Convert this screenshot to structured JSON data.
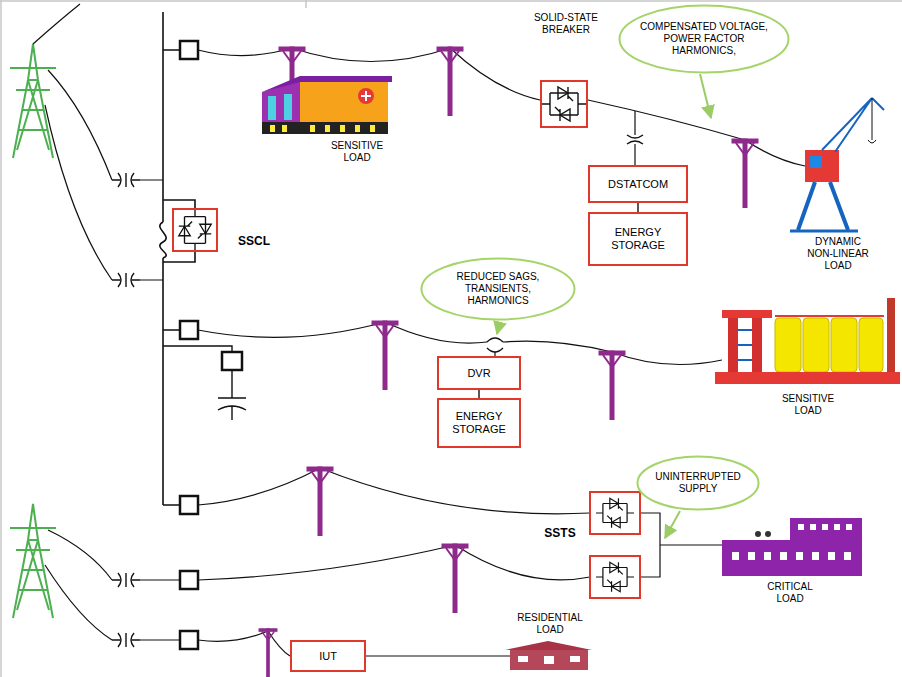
{
  "diagram": {
    "nodes": [
      {
        "text": [
          "SOLID-STATE BREAKER"
        ]
      },
      {
        "text": [
          "COMPENSATED VOLTAGE, POWER FACTOR HARMONICS,"
        ]
      },
      {
        "text": [
          "SSCL"
        ]
      },
      {
        "text": [
          "DSTATCOM"
        ]
      },
      {
        "text": [
          "ENERGY STORAGE"
        ]
      },
      {
        "text": [
          "REDUCED SAGS, TRANSIENTS, HARMONICS"
        ]
      },
      {
        "text": [
          "DVR"
        ]
      },
      {
        "text": [
          "ENERGY STORAGE"
        ]
      },
      {
        "text": [
          "UNINTERRUPTED SUPPLY"
        ]
      },
      {
        "text": [
          "IUT"
        ]
      }
    ],
    "edges": [
      {
        "from": 3,
        "to": 4,
        "arrow": "none"
      },
      {
        "from": 6,
        "to": 7,
        "arrow": "none"
      }
    ],
    "labels": [
      "SENSITIVE LOAD",
      "DYNAMIC NON-LINEAR LOAD",
      "SENSITIVE LOAD",
      "SSTS",
      "CRITICAL LOAD",
      "RESIDENTIAL LOAD"
    ]
  }
}
